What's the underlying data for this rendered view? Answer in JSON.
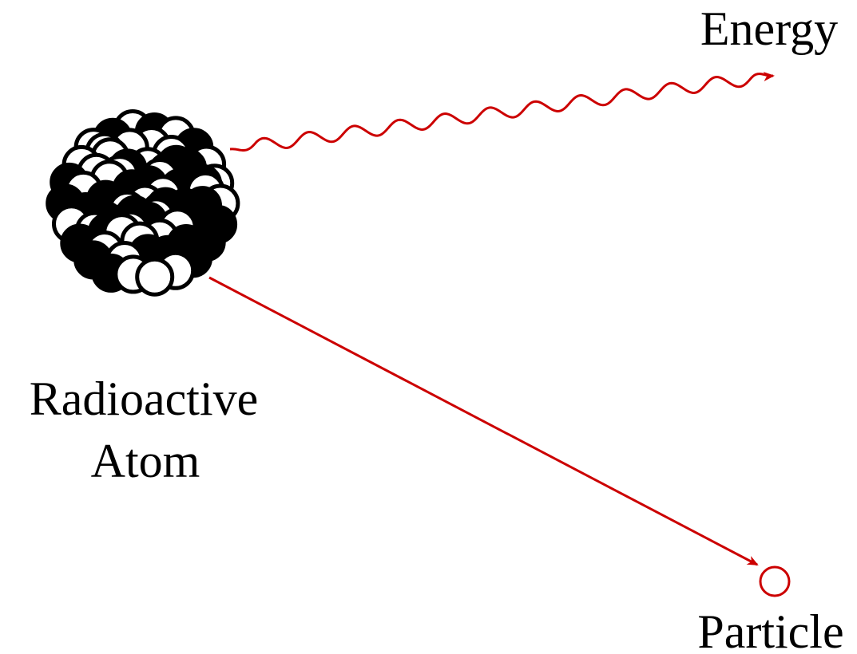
{
  "labels": {
    "atom_line1": "Radioactive",
    "atom_line2": "Atom",
    "energy": "Energy",
    "particle": "Particle"
  },
  "colors": {
    "arrow": "#cc0000",
    "nucleon_dark": "#000000",
    "nucleon_light": "#ffffff",
    "text": "#000000"
  },
  "icons": {
    "nucleus": "nucleus-icon",
    "energy_wave": "wavy-arrow-icon",
    "particle_path": "straight-arrow-icon",
    "particle": "circle-icon"
  }
}
